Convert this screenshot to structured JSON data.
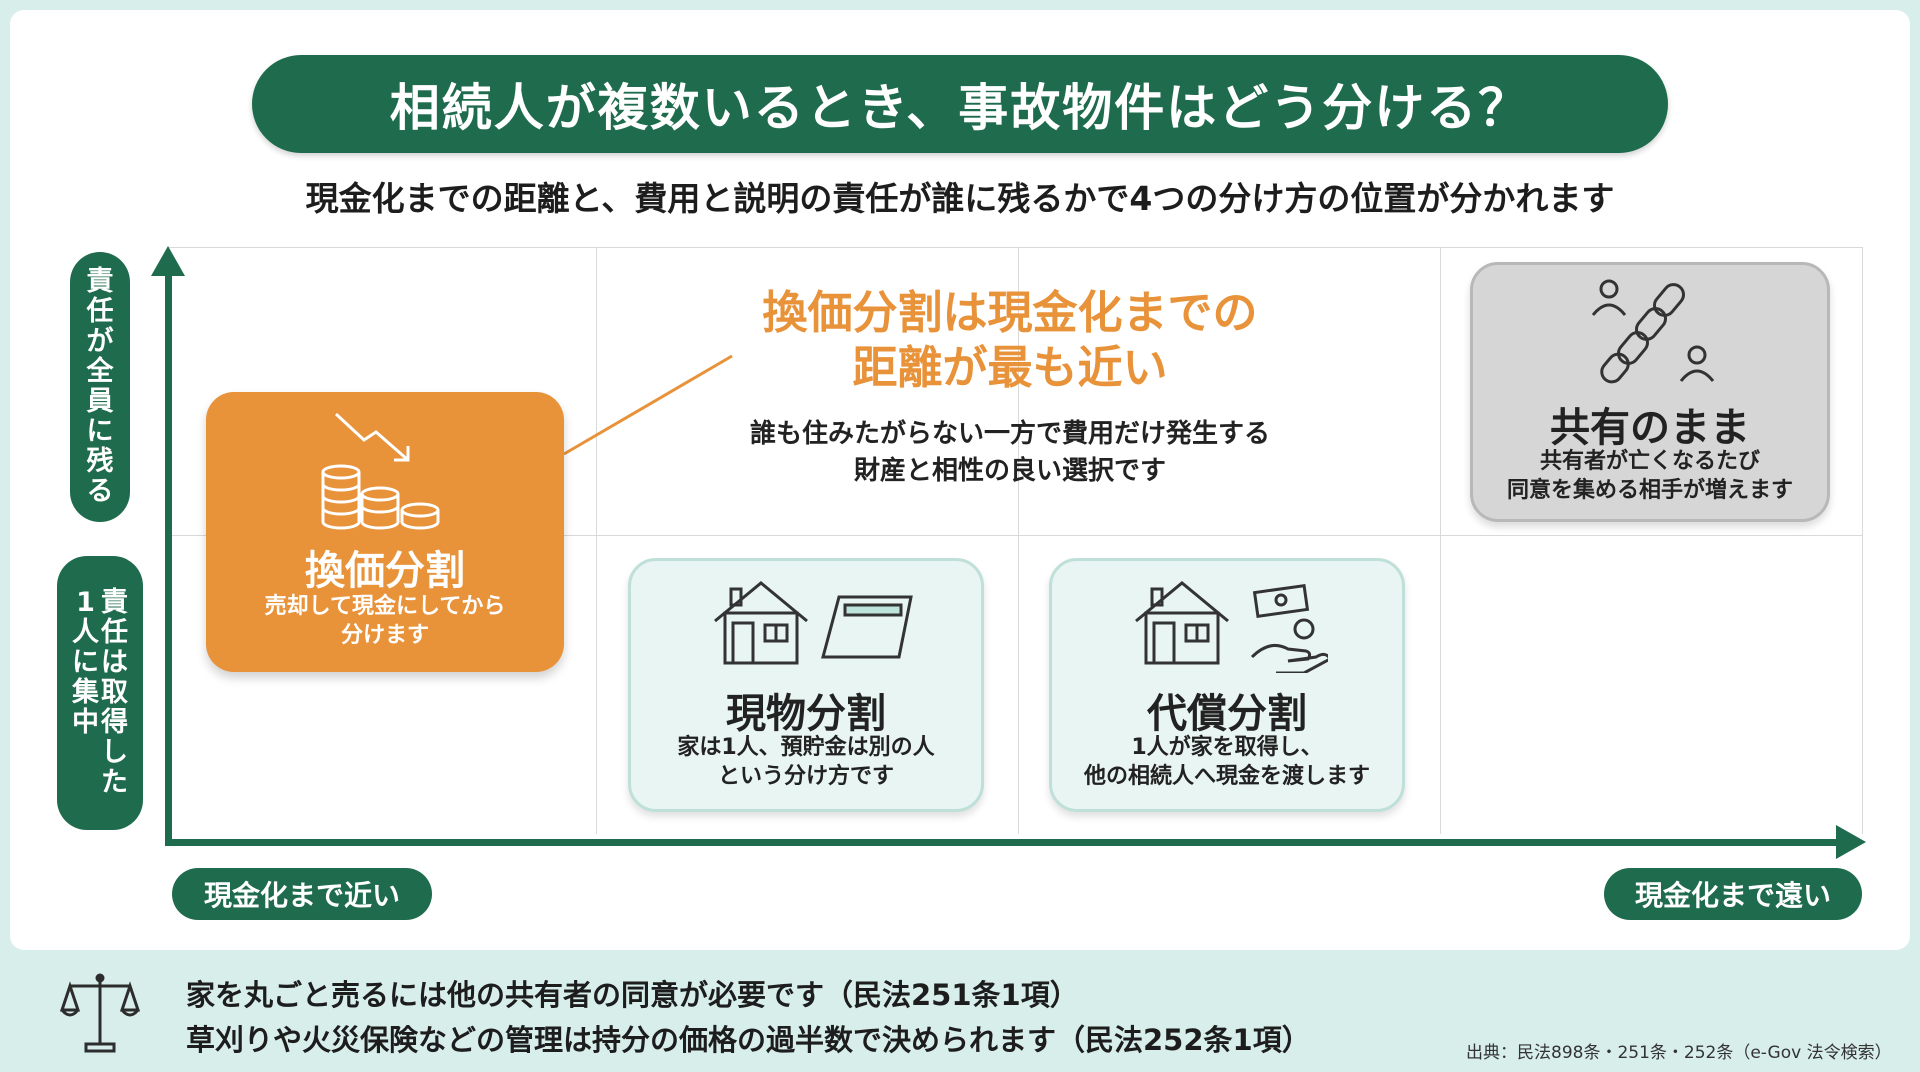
{
  "title": "相続人が複数いるとき、事故物件はどう分ける？",
  "subtitle": "現金化までの距離と、費用と説明の責任が誰に残るかで4つの分け方の位置が分かれます",
  "y_axis": {
    "top_label": "責任が全員に残る",
    "bottom_label_col1": "責任は取得した",
    "bottom_label_col2": "1人に集中"
  },
  "x_axis": {
    "left_label": "現金化まで近い",
    "right_label": "現金化まで遠い"
  },
  "callout": {
    "title_line1": "換価分割は現金化までの",
    "title_line2": "距離が最も近い",
    "desc_line1": "誰も住みたがらない一方で費用だけ発生する",
    "desc_line2": "財産と相性の良い選択です"
  },
  "methods": {
    "kanka": {
      "title": "換価分割",
      "desc_line1": "売却して現金にしてから",
      "desc_line2": "分けます"
    },
    "genbutsu": {
      "title": "現物分割",
      "desc_line1": "家は1人、預貯金は別の人",
      "desc_line2": "という分け方です"
    },
    "daisho": {
      "title": "代償分割",
      "desc_line1": "1人が家を取得し、",
      "desc_line2": "他の相続人へ現金を渡します"
    },
    "kyoyu": {
      "title": "共有のまま",
      "desc_line1": "共有者が亡くなるたび",
      "desc_line2": "同意を集める相手が増えます"
    }
  },
  "footer": {
    "line1": "家を丸ごと売るには他の共有者の同意が必要です（民法251条1項）",
    "line2": "草刈りや火災保険などの管理は持分の価格の過半数で決められます（民法252条1項）",
    "source": "出典：民法898条・251条・252条（e-Gov 法令検索）"
  },
  "colors": {
    "primary_green": "#1f6b4d",
    "accent_orange": "#e8923a",
    "light_green": "#e8f5f2",
    "gray_box": "#d6d6d6",
    "footer_bg": "#d7eeea"
  },
  "icons": [
    "scale-icon",
    "coins-down-icon",
    "house-icon",
    "bankbook-icon",
    "money-hand-icon",
    "chain-people-icon"
  ]
}
